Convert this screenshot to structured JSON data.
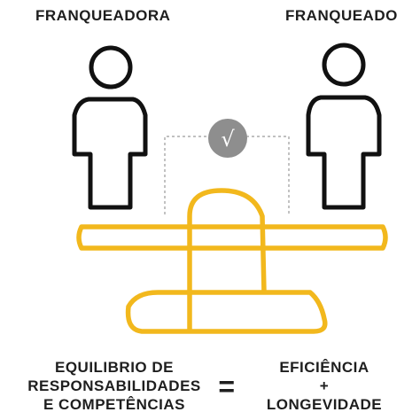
{
  "labels": {
    "left_person": "FRANQUEADORA",
    "right_person": "FRANQUEADO",
    "left_statement": [
      "EQUILIBRIO DE",
      "RESPONSABILIDADES",
      "E COMPETÊNCIAS"
    ],
    "equals": "=",
    "right_statement": [
      "EFICIÊNCIA",
      "+",
      "LONGEVIDADE"
    ],
    "check_mark": "√"
  },
  "colors": {
    "text": "#1e1e1e",
    "outline": "#111111",
    "scale": "#f2b81d",
    "check_circle": "#8e8e8e",
    "dotted_line": "#9a9a9a"
  },
  "icons": [
    "person-icon",
    "check-icon",
    "balance-icon"
  ]
}
